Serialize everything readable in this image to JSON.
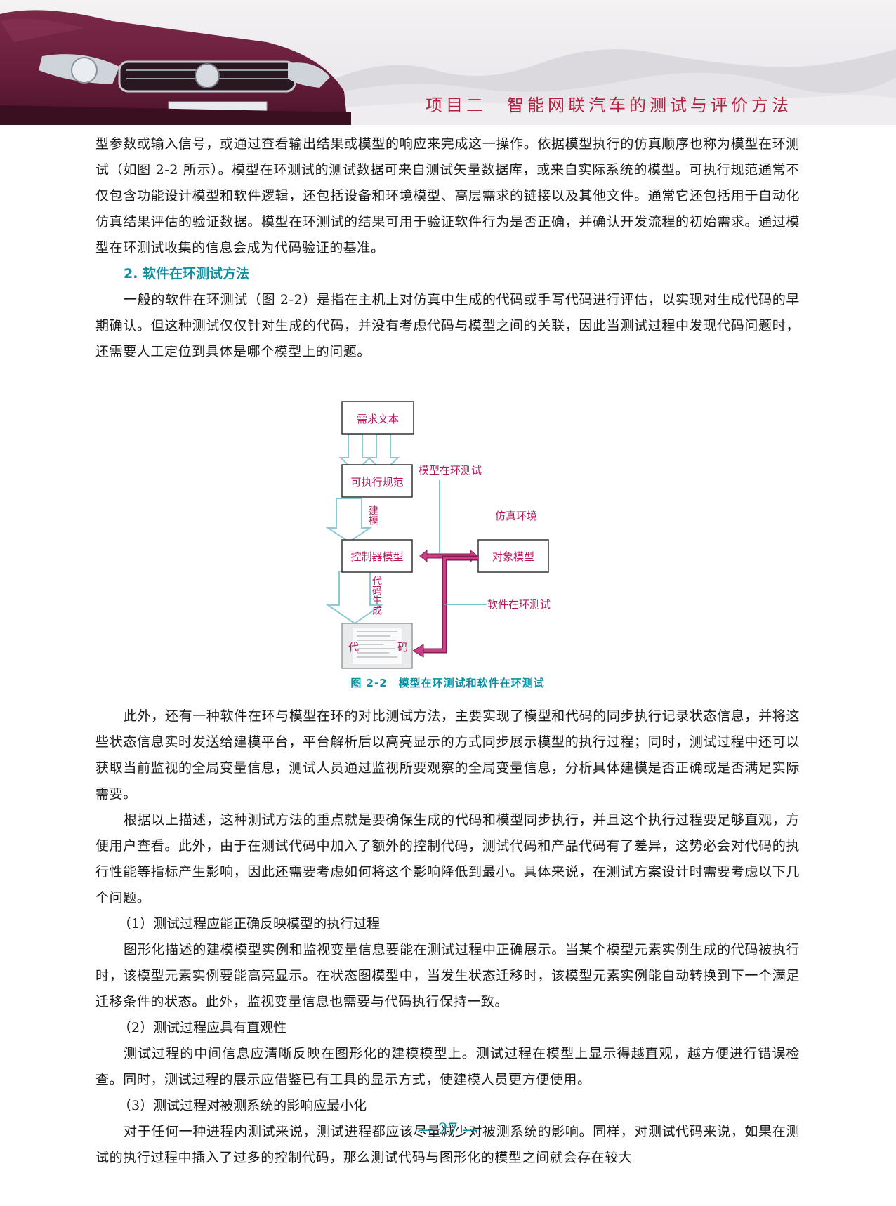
{
  "header": {
    "title": "项目二　智能网联汽车的测试与评价方法"
  },
  "paragraphs_top": [
    "型参数或输入信号，或通过查看输出结果或模型的响应来完成这一操作。依据模型执行的仿真顺序也称为模型在环测试（如图 2-2 所示）。模型在环测试的测试数据可来自测试矢量数据库，或来自实际系统的模型。可执行规范通常不仅包含功能设计模型和软件逻辑，还包括设备和环境模型、高层需求的链接以及其他文件。通常它还包括用于自动化仿真结果评估的验证数据。模型在环测试的结果可用于验证软件行为是否正确，并确认开发流程的初始需求。通过模型在环测试收集的信息会成为代码验证的基准。"
  ],
  "section2": {
    "heading": "2. 软件在环测试方法",
    "paragraph": "一般的软件在环测试（图 2-2）是指在主机上对仿真中生成的代码或手写代码进行评估，以实现对生成代码的早期确认。但这种测试仅仅针对生成的代码，并没有考虑代码与模型之间的关联，因此当测试过程中发现代码问题时，还需要人工定位到具体是哪个模型上的问题。"
  },
  "figure": {
    "boxes": {
      "req": "需求文本",
      "spec": "可执行规范",
      "ctrl": "控制器模型",
      "obj": "对象模型",
      "code_left": "代",
      "code_right": "码"
    },
    "arrow_labels": {
      "model": "建模",
      "codegen": "代码生成"
    },
    "annotations": {
      "mil": "模型在环测试",
      "sim_env": "仿真环境",
      "sil": "软件在环测试"
    },
    "caption": "图 2-2　模型在环测试和软件在环测试",
    "colors": {
      "box_text": "#b8185e",
      "arrow_pink": "#cc3d86",
      "annot_teal": "#4aaec4",
      "caption": "#0a8fa3"
    }
  },
  "paragraphs_after": [
    "此外，还有一种软件在环与模型在环的对比测试方法，主要实现了模型和代码的同步执行记录状态信息，并将这些状态信息实时发送给建模平台，平台解析后以高亮显示的方式同步展示模型的执行过程；同时，测试过程中还可以获取当前监视的全局变量信息，测试人员通过监视所要观察的全局变量信息，分析具体建模是否正确或是否满足实际需要。",
    "根据以上描述，这种测试方法的重点就是要确保生成的代码和模型同步执行，并且这个执行过程要足够直观，方便用户查看。此外，由于在测试代码中加入了额外的控制代码，测试代码和产品代码有了差异，这势必会对代码的执行性能等指标产生影响，因此还需要考虑如何将这个影响降低到最小。具体来说，在测试方案设计时需要考虑以下几个问题。"
  ],
  "item1": {
    "title": "（1）测试过程应能正确反映模型的执行过程",
    "text": "图形化描述的建模模型实例和监视变量信息要能在测试过程中正确展示。当某个模型元素实例生成的代码被执行时，该模型元素实例要能高亮显示。在状态图模型中，当发生状态迁移时，该模型元素实例能自动转换到下一个满足迁移条件的状态。此外，监视变量信息也需要与代码执行保持一致。"
  },
  "item2": {
    "title": "（2）测试过程应具有直观性",
    "text": "测试过程的中间信息应清晰反映在图形化的建模模型上。测试过程在模型上显示得越直观，越方便进行错误检查。同时，测试过程的展示应借鉴已有工具的显示方式，使建模人员更方便使用。"
  },
  "item3": {
    "title": "（3）测试过程对被测系统的影响应最小化",
    "text": "对于任何一种进程内测试来说，测试进程都应该尽量减少对被测系统的影响。同样，对测试代码来说，如果在测试的执行过程中插入了过多的控制代码，那么测试代码与图形化的模型之间就会存在较大"
  },
  "page_number": "— 27 —"
}
